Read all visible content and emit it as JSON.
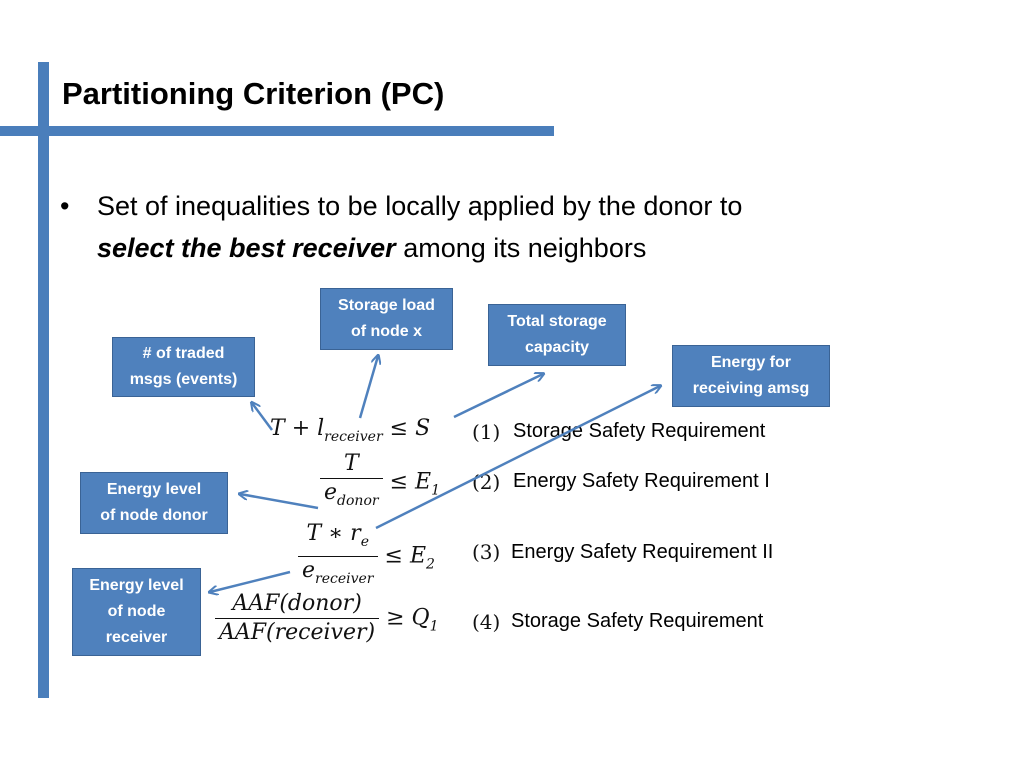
{
  "slide": {
    "title": "Partitioning Criterion (PC)",
    "bullet": {
      "glyph": "•",
      "text_before": "Set of inequalities to be locally applied by the donor to ",
      "emphasis": "select the best receiver",
      "text_after": " among its neighbors"
    }
  },
  "boxes": {
    "traded_msgs": [
      "# of traded",
      "msgs (events)"
    ],
    "storage_load": [
      "Storage load",
      "of node x"
    ],
    "total_storage": [
      "Total storage",
      "capacity"
    ],
    "energy_receiving": [
      "Energy for",
      "receiving  amsg"
    ],
    "energy_donor": [
      "Energy level",
      "of node donor"
    ],
    "energy_receiver": [
      "Energy level",
      "of node",
      "receiver"
    ]
  },
  "equations": [
    {
      "number": "(1)",
      "requirement": "Storage Safety Requirement",
      "T": "T",
      "plus": "+",
      "l": "l",
      "l_sub": "receiver",
      "rel": "≤",
      "rhs": "S"
    },
    {
      "number": "(2)",
      "requirement": "Energy Safety Requirement I",
      "num": "T",
      "den": "e",
      "den_sub": "donor",
      "rel": "≤",
      "rhs": "E",
      "rhs_sub": "1"
    },
    {
      "number": "(3)",
      "requirement": "Energy Safety Requirement II",
      "num": "T",
      "num_op": "∗",
      "num_r": "r",
      "num_r_sub": "e",
      "den": "e",
      "den_sub": "receiver",
      "rel": "≤",
      "rhs": "E",
      "rhs_sub": "2"
    },
    {
      "number": "(4)",
      "requirement": "Storage Safety Requirement",
      "num": "AAF(donor)",
      "den": "AAF(receiver)",
      "rel": "≥",
      "rhs": "Q",
      "rhs_sub": "1"
    }
  ],
  "colors": {
    "accent": "#4a7ebb",
    "box_fill": "#4f81bd",
    "arrow": "#4f81bd"
  }
}
